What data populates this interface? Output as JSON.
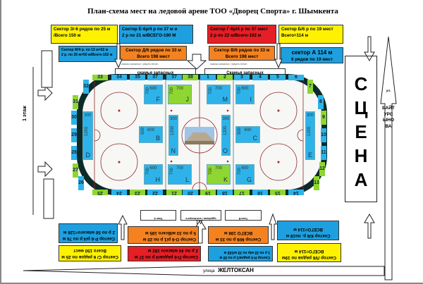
{
  "title": "План-схема мест на ледовой арене ТОО «Дворец Спорта» г. Шымкента",
  "top_sectors": [
    {
      "id": "z",
      "l1": "Сектор З/-6 рядов по 25 м",
      "l2": "/Всего 150 м"
    },
    {
      "id": "e",
      "l1": "Сектор Е-6р/4 р по 37 м и",
      "l2": "2 р по 21 м/ВСЕГО-190 М"
    },
    {
      "id": "g",
      "l1": "Сектор Г-6р/4 р по 37 мест",
      "l2": "2 р по 22 м/Всего-192 м"
    },
    {
      "id": "b",
      "l1": "Сектор Б/6 р по 19 мест",
      "l2": "Всего=114 м"
    },
    {
      "id": "zh",
      "l1": "Сектор Ж/4 р. по 13 м=52 м",
      "l2": "2 р. по 26 м=50 м/Всего-102 м"
    },
    {
      "id": "d",
      "l1": "Сектор Д/6 рядов по 33 м",
      "l2": "Всего 198 мест"
    },
    {
      "id": "v",
      "l1": "Сектор В/6 рядов по 33 м",
      "l2": "Всего 198 мест"
    },
    {
      "id": "a",
      "l1": "сектор А 114 м",
      "l2": "6 рядов по 19 мест"
    }
  ],
  "bottom_sectors": [
    {
      "id": "r",
      "l1": "Сектор Р-6 р/4 р по 76 м",
      "l2": "2 р по 50 м/всего=126 м"
    },
    {
      "id": "o",
      "l1": "Сектор О-6 р/1 р по 20 м",
      "l2": "5 р по 33 м/Всего 185 м"
    },
    {
      "id": "m",
      "l1": "Сектор М/6 р по 33 м",
      "l2": "ВСЕГО 198 м"
    },
    {
      "id": "k",
      "l1": "Сектор К/6 р. по19 м",
      "l2": "ВСЕГО=114 м"
    },
    {
      "id": "s",
      "l1": "Сектор С/ 6 рядов по 25 м",
      "l2": "Всего 150 мест"
    },
    {
      "id": "p",
      "l1": "Сектор П-6 рядов/4 р по 37 м",
      "l2": "2 р по 44 м/всего 192 м"
    },
    {
      "id": "n",
      "l1": "Сектор Н-6 рядов/1 р по 20 м",
      "l2": "1 р по 22 м/р по 33 м/182 м"
    },
    {
      "id": "l",
      "l1": "Сектор Л/6 рядов по 19м",
      "l2": "ВСЕГО=114 м"
    }
  ],
  "benches": [
    "скамья запасных",
    "Скамья запасных"
  ],
  "bench_captions": [
    "скамья запасных / players bench",
    "скамья запасных / players bench"
  ],
  "bottom_boxes": [
    "Team A",
    "судейская / scorekeepers",
    "Team B"
  ],
  "tv_label": "TV",
  "blocks": [
    {
      "n": "F",
      "w": "600",
      "h": "700",
      "c": "bl"
    },
    {
      "n": "J",
      "w": "700",
      "h": "700",
      "c": "gr"
    },
    {
      "n": "M",
      "w": "700",
      "h": "700",
      "c": "bl"
    },
    {
      "n": "I",
      "w": "600",
      "h": "700",
      "c": "bl"
    },
    {
      "n": "D",
      "w": "300",
      "h": "1200",
      "c": "bl"
    },
    {
      "n": "B",
      "w": "600",
      "h": "500",
      "c": "bl"
    },
    {
      "n": "N",
      "w": "300",
      "h": "1200",
      "c": "bl"
    },
    {
      "n": "O",
      "w": "300",
      "h": "1200",
      "c": "bl"
    },
    {
      "n": "C",
      "w": "600",
      "h": "500",
      "c": "bl"
    },
    {
      "n": "E",
      "w": "300",
      "h": "1200",
      "c": "bl"
    },
    {
      "n": "H",
      "w": "600",
      "h": "700",
      "c": "bl"
    },
    {
      "n": "L",
      "w": "700",
      "h": "700",
      "c": "bl"
    },
    {
      "n": "K",
      "w": "700",
      "h": "700",
      "c": "gr"
    },
    {
      "n": "G",
      "w": "600",
      "h": "700",
      "c": "bl"
    }
  ],
  "segments": {
    "top": [
      [
        "33",
        "g"
      ],
      [
        "34",
        "b"
      ],
      [
        "35",
        "b"
      ],
      [
        "37",
        "b"
      ],
      [
        "37",
        "b"
      ],
      [
        "38",
        "g"
      ],
      [
        "1",
        "b"
      ],
      [
        "2",
        "g"
      ],
      [
        "3",
        "b"
      ],
      [
        "4",
        "b"
      ],
      [
        "5",
        "b"
      ],
      [
        "6",
        "b"
      ]
    ],
    "bottom": [
      [
        "25",
        "g"
      ],
      [
        "24",
        "b"
      ],
      [
        "23",
        "g"
      ],
      [
        "22",
        "b"
      ],
      [
        "21",
        "g"
      ],
      [
        "20",
        "b"
      ],
      [
        "19",
        "g"
      ],
      [
        "18",
        "b"
      ],
      [
        "17",
        "g"
      ],
      [
        "16",
        "b"
      ],
      [
        "15",
        "g"
      ],
      [
        "14",
        "b"
      ]
    ],
    "right": [
      [
        "7",
        "g"
      ],
      [
        "8",
        "b"
      ],
      [
        "9",
        "g"
      ],
      [
        "10",
        "b"
      ],
      [
        "11",
        "b"
      ],
      [
        "12",
        "g"
      ],
      [
        "13",
        "g"
      ]
    ],
    "left": [
      [
        "32",
        "b"
      ],
      [
        "31",
        "g"
      ],
      [
        "30",
        "b"
      ],
      [
        "29",
        "b"
      ],
      [
        "28",
        "b"
      ],
      [
        "27",
        "g"
      ],
      [
        "26",
        "b"
      ]
    ]
  },
  "stage": [
    "С",
    "Ц",
    "Е",
    "Н",
    "А"
  ],
  "left_floor": "1 этаж",
  "street_right": {
    "prefix": "ул.",
    "name": "БАЙТУРСЫНОВА"
  },
  "street_bottom": {
    "prefix": "улица",
    "name": "ЖЕЛТОКСАН"
  },
  "colors": {
    "yellow": "#fff200",
    "blue": "#1ea0e0",
    "red": "#e61e25",
    "orange": "#f58220",
    "green": "#8ed631"
  }
}
